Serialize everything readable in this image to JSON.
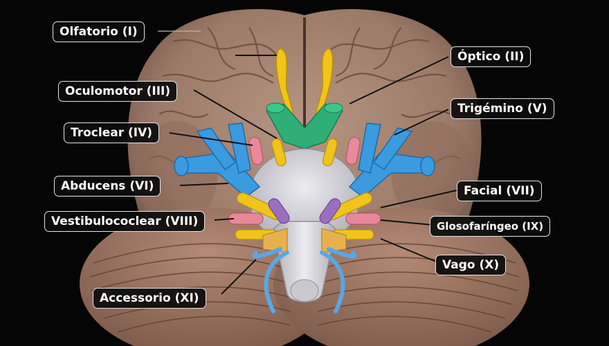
{
  "labels": {
    "olfatorio": "Olfatorio (I)",
    "optico": "Óptico (II)",
    "oculomotor": "Oculomotor (III)",
    "troclear": "Troclear (IV)",
    "trigemino": "Trigémino (V)",
    "abducens": "Abducens (VI)",
    "facial": "Facial (VII)",
    "vestibulococlear": "Vestibulococlear (VIII)",
    "glosofaringeo": "Glosofaríngeo (IX)",
    "vago": "Vago (X)",
    "accessorio": "Accessorio (XI)"
  },
  "colors": {
    "background": "#050505",
    "brain": "#a07e6c",
    "cerebellum": "#a77f6c",
    "olfactory": "#f0c419",
    "optic": "#2fae78",
    "trigeminal": "#3a9be0",
    "oculomotor": "#f0c419",
    "pink_nerves": "#e9889a",
    "purple": "#9b6fc0",
    "brainstem": "#d7d7dc",
    "label_bg": "#0c0c0c",
    "label_border": "#e6e6e6",
    "leader": "#111111"
  }
}
